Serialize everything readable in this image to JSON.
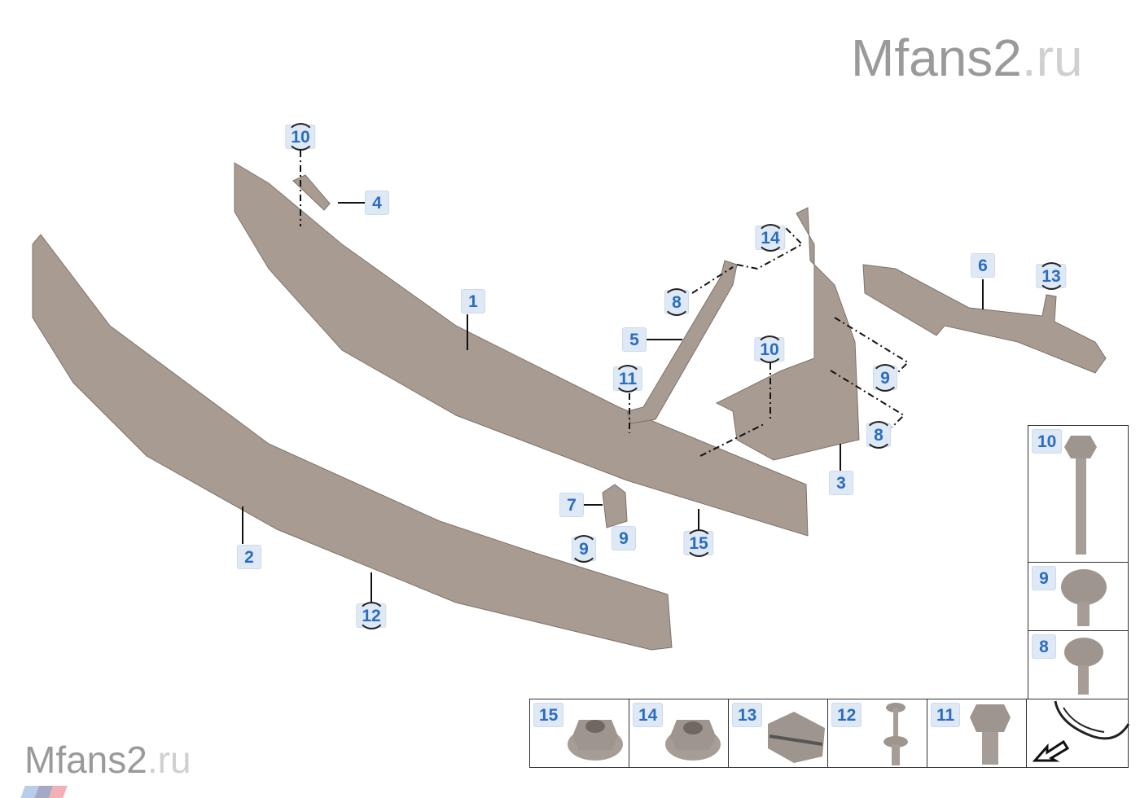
{
  "watermark": {
    "main": "Mfans2",
    "suffix": ".ru"
  },
  "callouts": [
    {
      "id": "c10a",
      "text": "10",
      "circled": true
    },
    {
      "id": "c4",
      "text": "4",
      "circled": false
    },
    {
      "id": "c1",
      "text": "1",
      "circled": false
    },
    {
      "id": "c14",
      "text": "14",
      "circled": true
    },
    {
      "id": "c8a",
      "text": "8",
      "circled": true
    },
    {
      "id": "c5",
      "text": "5",
      "circled": false
    },
    {
      "id": "c11",
      "text": "11",
      "circled": true
    },
    {
      "id": "c10b",
      "text": "10",
      "circled": true
    },
    {
      "id": "c9a",
      "text": "9",
      "circled": true
    },
    {
      "id": "c8b",
      "text": "8",
      "circled": true
    },
    {
      "id": "c3",
      "text": "3",
      "circled": false
    },
    {
      "id": "c6",
      "text": "6",
      "circled": false
    },
    {
      "id": "c13",
      "text": "13",
      "circled": true
    },
    {
      "id": "c7",
      "text": "7",
      "circled": false
    },
    {
      "id": "c9b",
      "text": "9",
      "circled": false
    },
    {
      "id": "c9c",
      "text": "9",
      "circled": true
    },
    {
      "id": "c15",
      "text": "15",
      "circled": true
    },
    {
      "id": "c2",
      "text": "2",
      "circled": false
    },
    {
      "id": "c12",
      "text": "12",
      "circled": true
    }
  ],
  "legend_side": [
    "10",
    "9",
    "8"
  ],
  "legend_bottom": [
    "15",
    "14",
    "13",
    "12",
    "11"
  ],
  "colors": {
    "part": "#a89c92",
    "label_bg": "#dfe9f6",
    "label_text": "#2a6cc0"
  }
}
